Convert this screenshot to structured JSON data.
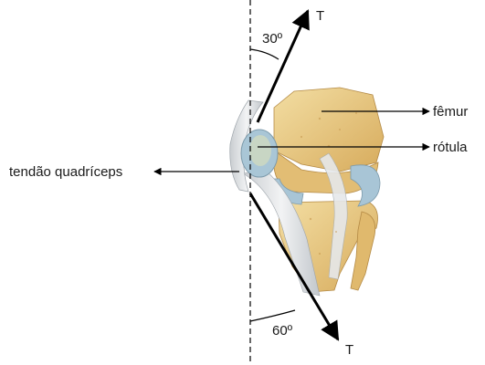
{
  "labels": {
    "femur": "fêmur",
    "patella": "rótula",
    "quadriceps_tendon": "tendão quadríceps",
    "force_top": "T",
    "force_bottom": "T",
    "angle_top": "30º",
    "angle_bottom": "60º"
  },
  "colors": {
    "bone": "#e8cd8a",
    "bone_shade": "#c99a4c",
    "cartilage": "#a9c6d6",
    "tendon": "#e4e6e8",
    "tendon_shade": "#b7bcc2",
    "arrow": "#000000"
  },
  "icons": {
    "arrow_head": "filled-triangle"
  }
}
